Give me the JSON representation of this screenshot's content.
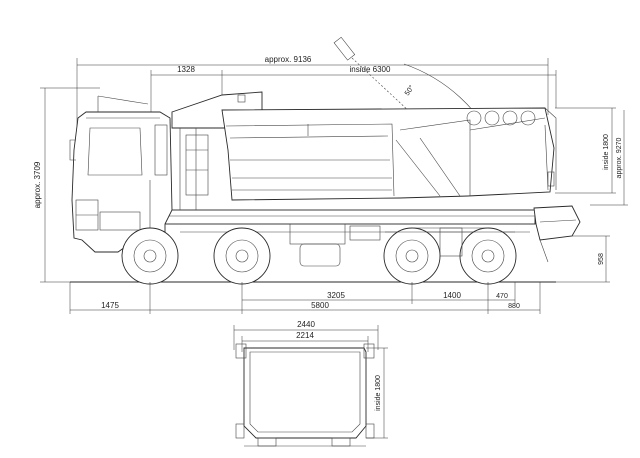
{
  "dimensions": {
    "overall_length": "approx. 9136",
    "cab_to_body": "1328",
    "body_inside_length": "inside 6300",
    "overall_height": "approx. 3709",
    "tipping_angle": "50°",
    "body_inside_height": "inside 1800",
    "tipped_height": "approx. 9270",
    "loading_height": "958",
    "front_overhang": "1475",
    "wheelbase": "5800",
    "axle_spacing_main": "3205",
    "rear_axle_spacing": "1400",
    "rear_axle_to_end": "470",
    "rear_overhang": "880",
    "outer_width": "2440",
    "inner_width": "2214",
    "section_inside_height": "inside 1800"
  }
}
